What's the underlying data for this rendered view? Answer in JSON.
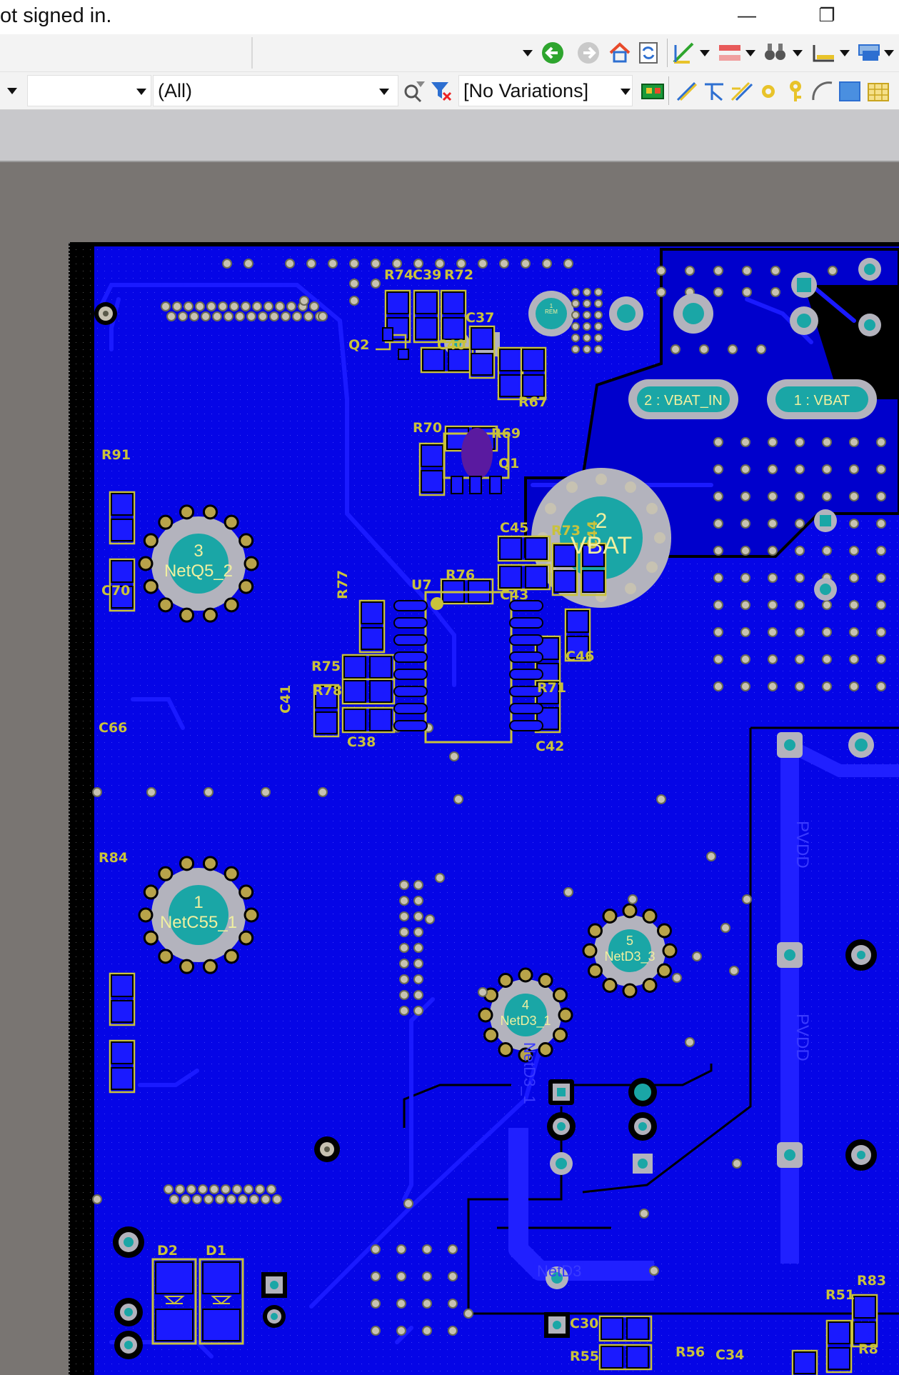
{
  "window": {
    "status_text": "ot signed in.",
    "minimize_glyph": "—",
    "restore_glyph": "❐"
  },
  "toolbar1": {
    "path_combo_value": "",
    "icons": [
      "back-arrow-icon",
      "forward-arrow-icon",
      "home-icon",
      "refresh-icon",
      "measure-icon",
      "align-icon",
      "find-icon",
      "dimension-icon",
      "layers-icon"
    ]
  },
  "toolbar2": {
    "filter1_value": "",
    "filter2_value": "",
    "scope_combo_value": "(All)",
    "variations_combo_value": "[No Variations]",
    "icons": [
      "zoom-filter-icon",
      "clear-filter-icon",
      "board-icon",
      "route-icon",
      "fanout-icon",
      "diff-pair-icon",
      "via-icon",
      "pad-icon",
      "arc-icon",
      "fill-icon",
      "polygon-icon"
    ]
  },
  "pcb": {
    "designators": [
      "R74",
      "C39",
      "R72",
      "C37",
      "C40",
      "Q2",
      "R67",
      "R70",
      "R69",
      "Q1",
      "R91",
      "C70",
      "C45",
      "R73",
      "C44",
      "R76",
      "U7",
      "C43",
      "R77",
      "C46",
      "R75",
      "R78",
      "R71",
      "C41",
      "C38",
      "C42",
      "C66",
      "R84",
      "D2",
      "D1",
      "C30",
      "R83",
      "R51",
      "R55",
      "R56",
      "C34",
      "R8"
    ],
    "pad_labels": [
      {
        "num": "1",
        "name": "REM"
      },
      {
        "num": "2",
        "name": "VBAT_IN"
      },
      {
        "num": "1",
        "name": "VBAT"
      },
      {
        "num": "2",
        "name": "VBAT"
      },
      {
        "num": "3",
        "name": "NetQ5_2"
      },
      {
        "num": "1",
        "name": "NetC55_1"
      },
      {
        "num": "5",
        "name": "NetD3_3"
      },
      {
        "num": "4",
        "name": "NetD3_1"
      }
    ],
    "pill_labels": [
      "2 : VBAT_IN",
      "1 : VBAT"
    ],
    "net_labels": [
      "PVDD",
      "PVDD",
      "NetD3_1",
      "NetD3"
    ],
    "colors": {
      "board": "#0505e6",
      "track": "#1818ff",
      "outline": "#000000",
      "silkscreen": "#c9c23c",
      "pad_ring": "#b3b3bd",
      "pad_fill": "#1aa6a6",
      "via": "#c7c2b2"
    }
  }
}
